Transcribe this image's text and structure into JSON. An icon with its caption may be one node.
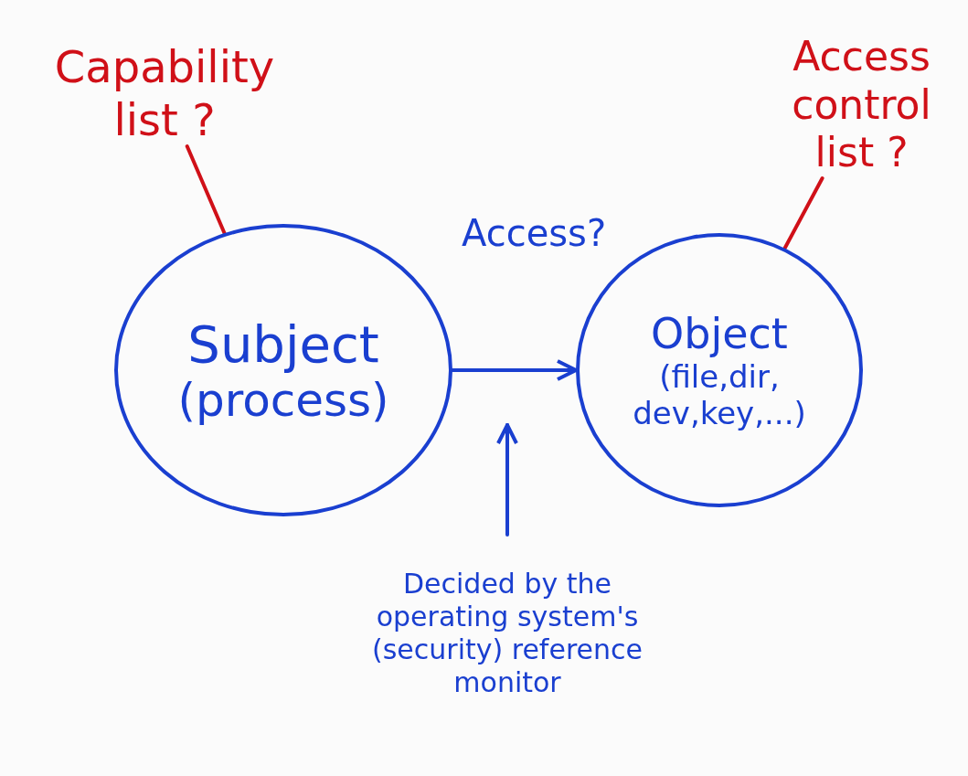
{
  "diagram": {
    "nodes": [
      {
        "text": [
          "Capability list ?"
        ]
      },
      {
        "text": [
          "Subject",
          "(process)"
        ]
      },
      {
        "text": [
          "Access control list ?"
        ]
      },
      {
        "text": [
          "Object",
          "(file,dir, dev,key,...)"
        ]
      },
      {
        "text": [
          "Decided by the operating system's (security) reference monitor"
        ]
      }
    ],
    "edges": [
      {
        "from": 0,
        "to": 1,
        "arrow": "none",
        "color": "#d01018"
      },
      {
        "from": 2,
        "to": 3,
        "arrow": "none",
        "color": "#d01018"
      },
      {
        "from": 1,
        "to": 3,
        "arrow": "to",
        "label": "Access?",
        "color": "#1a3fd0"
      },
      {
        "from": 4,
        "to": null,
        "arrow": "to",
        "color": "#1a3fd0"
      }
    ]
  }
}
